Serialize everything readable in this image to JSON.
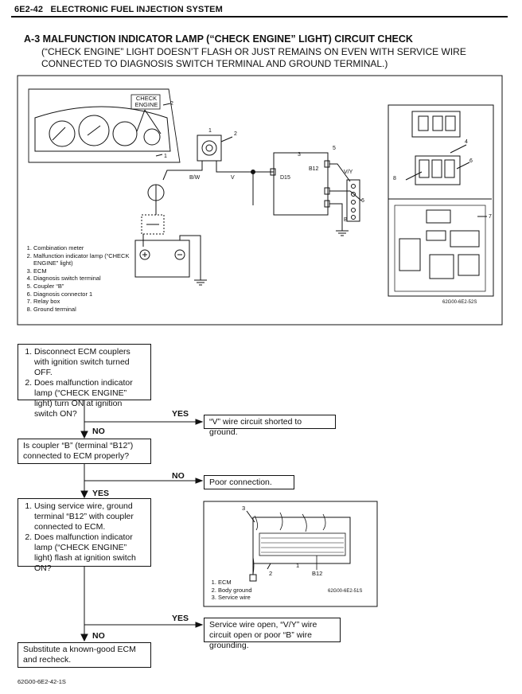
{
  "header": {
    "page": "6E2-42",
    "section": "ELECTRONIC FUEL INJECTION SYSTEM"
  },
  "title": "A-3 MALFUNCTION INDICATOR LAMP (“CHECK ENGINE” LIGHT) CIRCUIT CHECK",
  "subtitle": "(“CHECK ENGINE” LIGHT DOESN’T FLASH OR JUST REMAINS ON EVEN WITH SERVICE WIRE CONNECTED TO DIAGNOSIS SWITCH TERMINAL AND GROUND TERMINAL.)",
  "diagram1": {
    "legend": [
      "Combination meter",
      "Malfunction indicator lamp (“CHECK ENGINE” light)",
      "ECM",
      "Diagnosis switch terminal",
      "Coupler “B”",
      "Diagnosis connector 1",
      "Relay box",
      "Ground terminal"
    ],
    "check_engine": "CHECK ENGINE",
    "wire_bw": "B/W",
    "wire_v": "V",
    "wire_vy": "V/Y",
    "term_d15": "D15",
    "term_b12": "B12",
    "term_b": "B",
    "n1": "1",
    "n2": "2",
    "n3": "3",
    "n4": "4",
    "n5": "5",
    "n6": "6",
    "n7": "7",
    "n8": "8",
    "code": "62G00-6E2-52S"
  },
  "flow": {
    "step1": [
      "Disconnect ECM couplers with ignition switch turned OFF.",
      "Does malfunction indicator lamp (“CHECK ENGINE” light) turn ON at ignition switch ON?"
    ],
    "yes1": "YES",
    "result1": "“V” wire circuit shorted to ground.",
    "no1": "NO",
    "step2": "Is coupler “B” (terminal “B12”) connected to ECM properly?",
    "no2": "NO",
    "result2": "Poor connection.",
    "yes2": "YES",
    "step3": [
      "Using service wire, ground terminal “B12” with coupler connected to ECM.",
      "Does malfunction indicator lamp (“CHECK ENGINE” light) flash at ignition switch ON?"
    ],
    "yes3": "YES",
    "result3": "Service wire open, “V/Y” wire circuit open or poor “B” wire grounding.",
    "no3": "NO",
    "step4": "Substitute a known-good ECM and recheck."
  },
  "diagram2": {
    "legend": [
      "ECM",
      "Body ground",
      "Service wire"
    ],
    "n1": "1",
    "n2": "2",
    "n3": "3",
    "term_b12": "B12",
    "code": "62G00-6E2-51S"
  },
  "footer_code": "62G00-6E2-42-1S"
}
